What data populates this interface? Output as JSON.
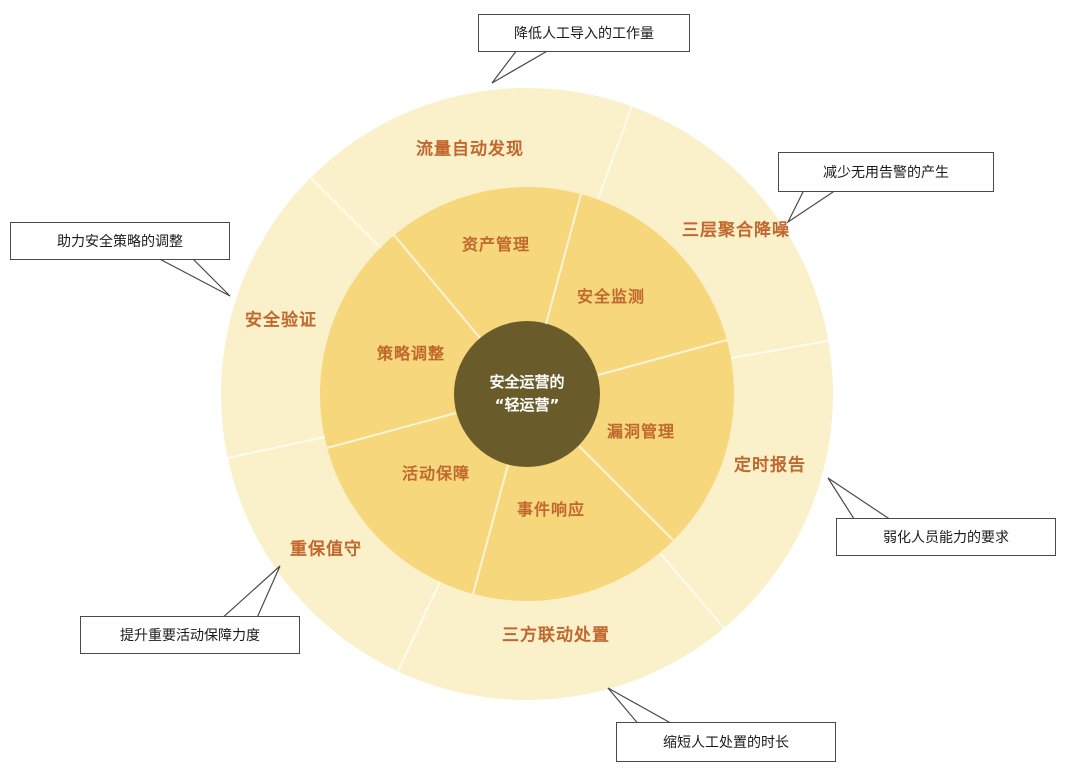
{
  "colors": {
    "outer_ring": "#FAF0C9",
    "inner_ring": "#F6D77C",
    "center_circle": "#6A5B2B",
    "label": "#C0682E",
    "divider": "#FFFFFF",
    "callout_border": "#4a4a4a"
  },
  "center": {
    "line1": "安全运营的",
    "line2": "“轻运营”"
  },
  "inner_ring": {
    "items": [
      {
        "label": "资产管理"
      },
      {
        "label": "安全监测"
      },
      {
        "label": "漏洞管理"
      },
      {
        "label": "事件响应"
      },
      {
        "label": "活动保障"
      },
      {
        "label": "策略调整"
      }
    ]
  },
  "outer_ring": {
    "items": [
      {
        "label": "流量自动发现"
      },
      {
        "label": "三层聚合降噪"
      },
      {
        "label": "定时报告"
      },
      {
        "label": "三方联动处置"
      },
      {
        "label": "重保值守"
      },
      {
        "label": "安全验证"
      }
    ]
  },
  "callouts": [
    {
      "label": "降低人工导入的工作量"
    },
    {
      "label": "减少无用告警的产生"
    },
    {
      "label": "助力安全策略的调整"
    },
    {
      "label": "弱化人员能力的要求"
    },
    {
      "label": "提升重要活动保障力度"
    },
    {
      "label": "缩短人工处置的时长"
    }
  ]
}
